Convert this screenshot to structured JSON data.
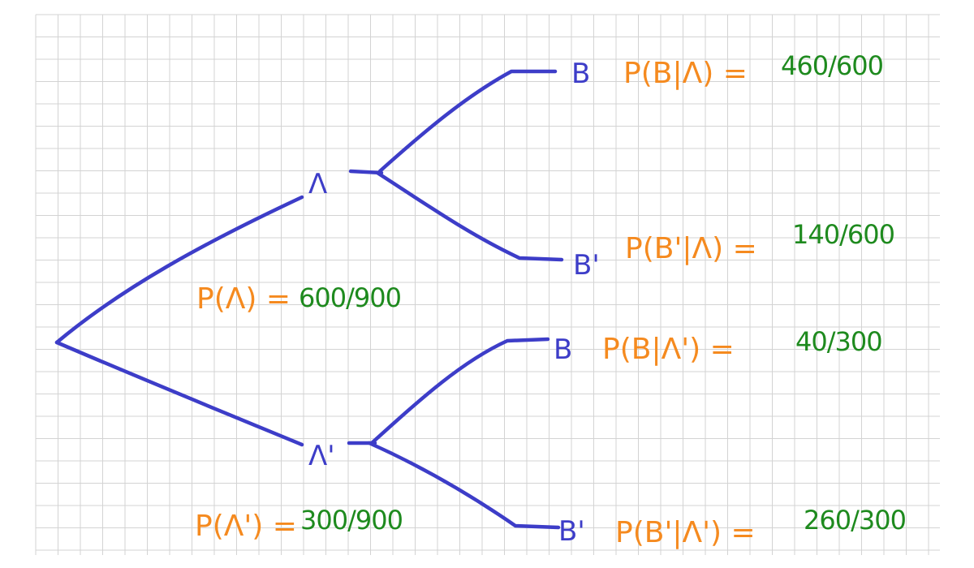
{
  "colors": {
    "grid": "#d3d3d3",
    "branch": "#3d3dc8",
    "probability_label": "#f58a1f",
    "probability_value": "#1e8a1e"
  },
  "nodes": {
    "a": "Λ",
    "a_prime": "Λ'",
    "b_top": "B",
    "b_prime_top": "B'",
    "b_bottom": "B",
    "b_prime_bottom": "B'"
  },
  "probabilities": {
    "p_a": {
      "label": "P(Λ) =",
      "value": "600/900"
    },
    "p_a_prime": {
      "label": "P(Λ') =",
      "value": "300/900"
    },
    "p_b_given_a": {
      "label": "P(B|Λ) =",
      "value": "460/600"
    },
    "p_bprime_given_a": {
      "label": "P(B'|Λ) =",
      "value": "140/600"
    },
    "p_b_given_aprime": {
      "label": "P(B|Λ') =",
      "value": "40/300"
    },
    "p_bprime_given_aprime": {
      "label": "P(B'|Λ') =",
      "value": "260/300"
    }
  }
}
